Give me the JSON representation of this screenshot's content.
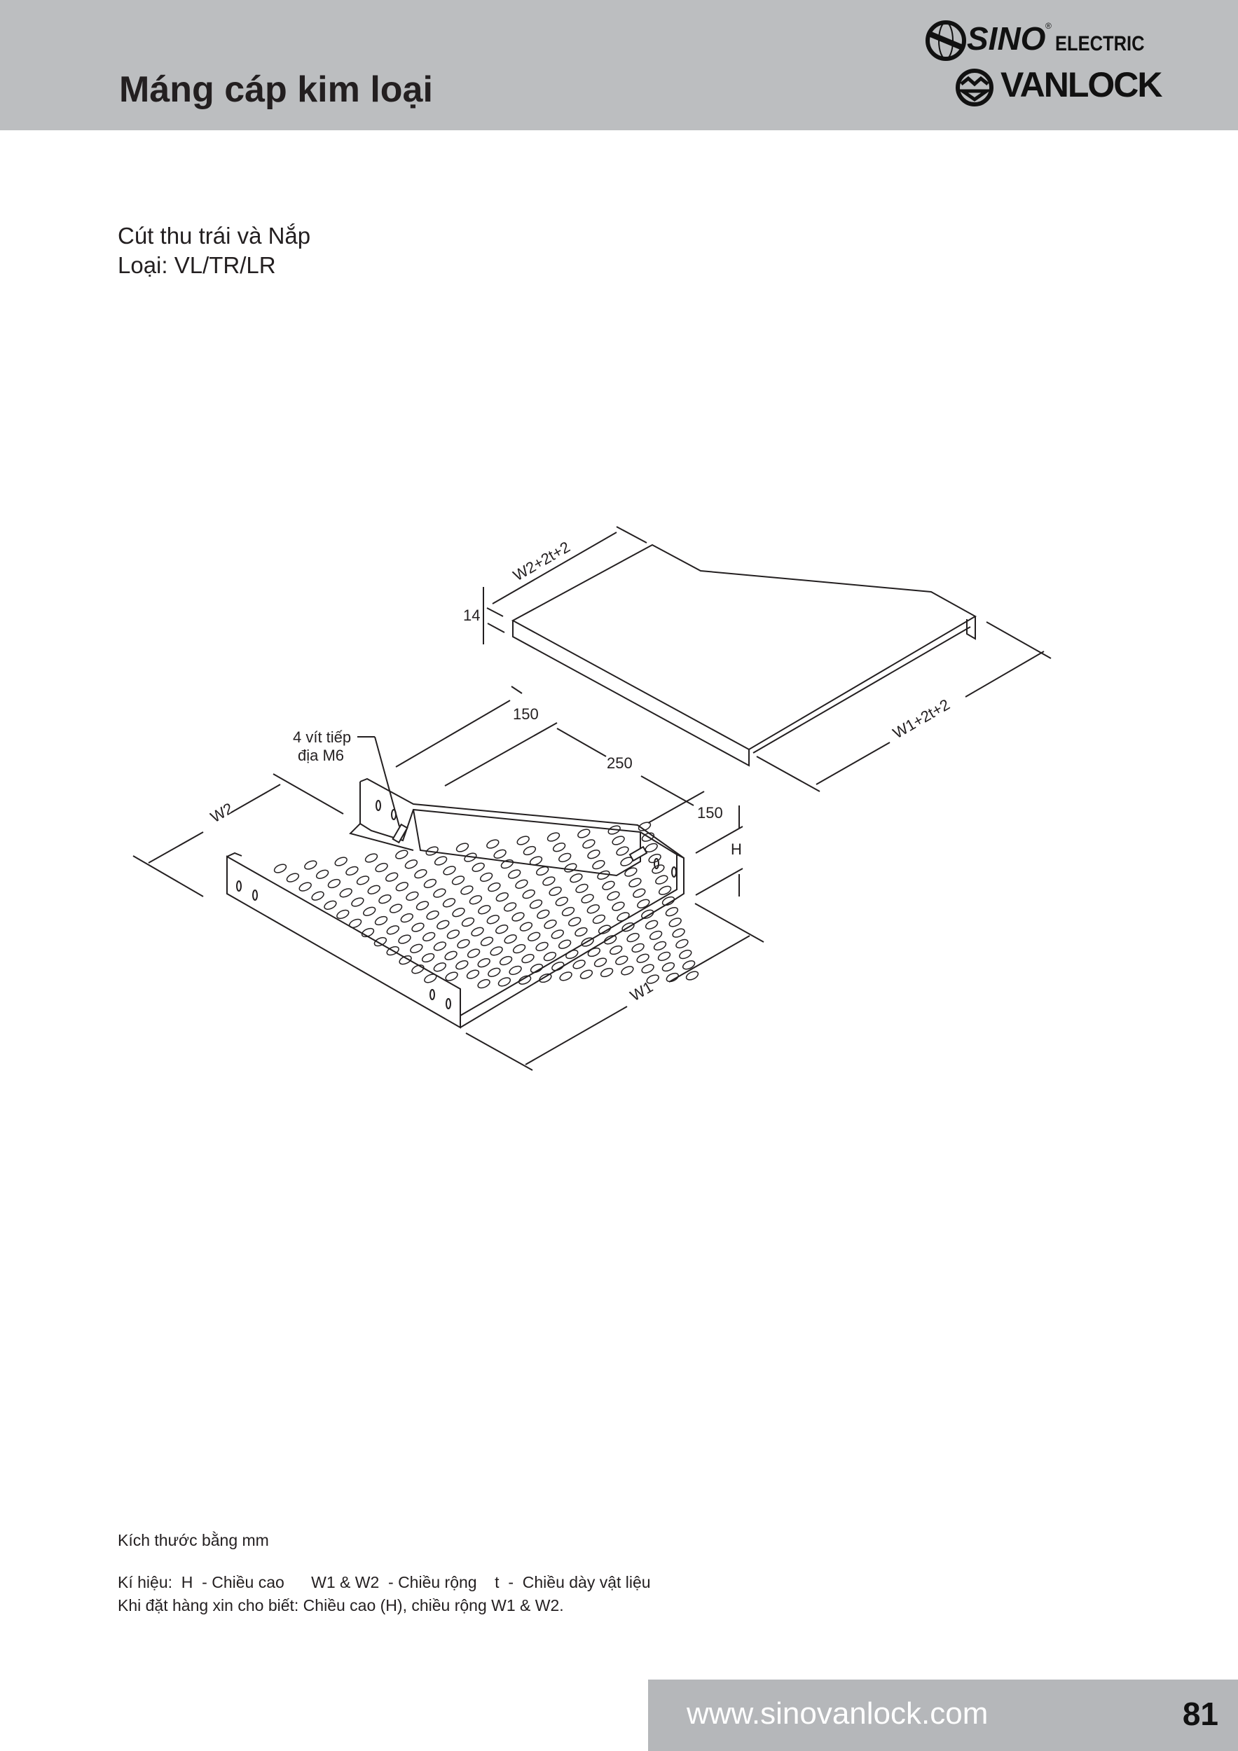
{
  "header": {
    "title": "Máng cáp kim loại",
    "brand_top": "SINO",
    "brand_registered": "®",
    "brand_top_suffix": "ELECTRIC",
    "brand_bottom": "VANLOCK"
  },
  "product": {
    "name": "Cút thu trái và Nắp",
    "type": "Loại: VL/TR/LR"
  },
  "drawing": {
    "cover_width_w2": "W2+2t+2",
    "cover_width_w1": "W1+2t+2",
    "cover_lip": "14",
    "dim_150_top": "150",
    "dim_250": "250",
    "dim_150_right": "150",
    "dim_h": "H",
    "dim_w2": "W2",
    "dim_w1": "W1",
    "callout_line1": "4 vít tiếp",
    "callout_line2": "địa M6"
  },
  "notes": {
    "units": "Kích thước bằng mm",
    "legend": "Kí hiệu:  H  - Chiều cao      W1 & W2  - Chiều rộng    t  -  Chiều dày vật liệu",
    "order": "Khi đặt hàng xin cho biết: Chiều cao (H), chiều rộng W1 & W2."
  },
  "footer": {
    "url": "www.sinovanlock.com",
    "page_number": "81"
  },
  "colors": {
    "header_bg": "#bcbec0",
    "footer_bg": "#b5b7ba"
  }
}
